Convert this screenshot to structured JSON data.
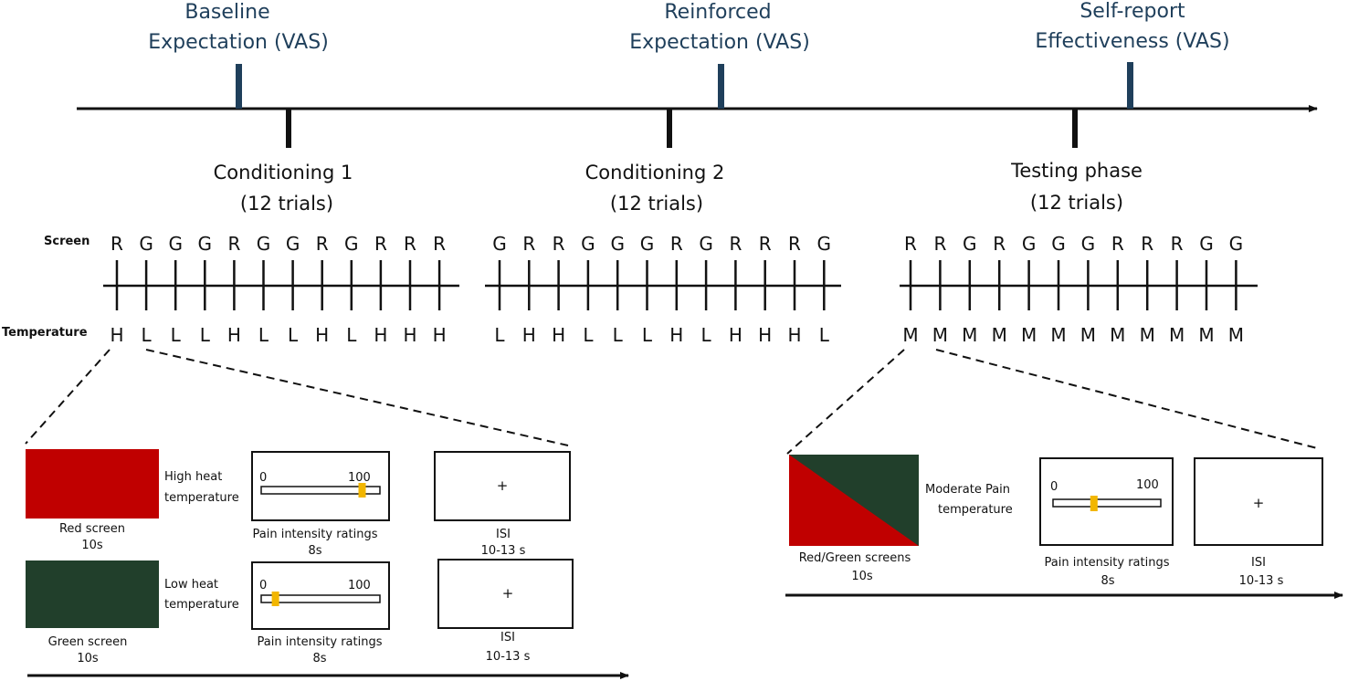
{
  "colors": {
    "vas_marker": "#1f3f5b",
    "vas_text": "#1f3f5b",
    "red_screen": "#c00000",
    "green_screen": "#213f2b",
    "rating_marker": "#f2b600",
    "line": "#111111"
  },
  "vas_labels": [
    {
      "line1": "Baseline",
      "line2": "Expectation (VAS)"
    },
    {
      "line1": "Reinforced",
      "line2": "Expectation (VAS)"
    },
    {
      "line1": "Self-report",
      "line2": "Effectiveness (VAS)"
    }
  ],
  "phases": [
    {
      "name": "Conditioning 1",
      "trials": "(12 trials)"
    },
    {
      "name": "Conditioning 2",
      "trials": "(12 trials)"
    },
    {
      "name": "Testing phase",
      "trials": "(12 trials)"
    }
  ],
  "row_labels": {
    "screen": "Screen",
    "temperature": "Temperature"
  },
  "sequences": [
    {
      "screen": [
        "R",
        "G",
        "G",
        "G",
        "R",
        "G",
        "G",
        "R",
        "G",
        "R",
        "R",
        "R"
      ],
      "temperature": [
        "H",
        "L",
        "L",
        "L",
        "H",
        "L",
        "L",
        "H",
        "L",
        "H",
        "H",
        "H"
      ]
    },
    {
      "screen": [
        "G",
        "R",
        "R",
        "G",
        "G",
        "G",
        "R",
        "G",
        "R",
        "R",
        "R",
        "G"
      ],
      "temperature": [
        "L",
        "H",
        "H",
        "L",
        "L",
        "L",
        "H",
        "L",
        "H",
        "H",
        "H",
        "L"
      ]
    },
    {
      "screen": [
        "R",
        "R",
        "G",
        "R",
        "G",
        "G",
        "G",
        "R",
        "R",
        "R",
        "G",
        "G"
      ],
      "temperature": [
        "M",
        "M",
        "M",
        "M",
        "M",
        "M",
        "M",
        "M",
        "M",
        "M",
        "M",
        "M"
      ]
    }
  ],
  "conditioning_detail": {
    "red_trial": {
      "screen_label": "Red screen",
      "screen_duration": "10s",
      "temperature_line1": "High heat",
      "temperature_line2": "temperature",
      "scale_min": "0",
      "scale_max": "100",
      "rating_value": 85,
      "rating_label": "Pain intensity ratings",
      "rating_duration": "8s",
      "isi_symbol": "+",
      "isi_label": "ISI",
      "isi_duration": "10-13 s"
    },
    "green_trial": {
      "screen_label": "Green screen",
      "screen_duration": "10s",
      "temperature_line1": "Low heat",
      "temperature_line2": "temperature",
      "scale_min": "0",
      "scale_max": "100",
      "rating_value": 12,
      "rating_label": "Pain intensity ratings",
      "rating_duration": "8s",
      "isi_symbol": "+",
      "isi_label": "ISI",
      "isi_duration": "10-13 s"
    }
  },
  "testing_detail": {
    "screen_label": "Red/Green screens",
    "screen_duration": "10s",
    "temperature_line1": "Moderate Pain",
    "temperature_line2": "temperature",
    "scale_min": "0",
    "scale_max": "100",
    "rating_value": 38,
    "rating_label": "Pain intensity ratings",
    "rating_duration": "8s",
    "isi_symbol": "+",
    "isi_label": "ISI",
    "isi_duration": "10-13 s"
  }
}
